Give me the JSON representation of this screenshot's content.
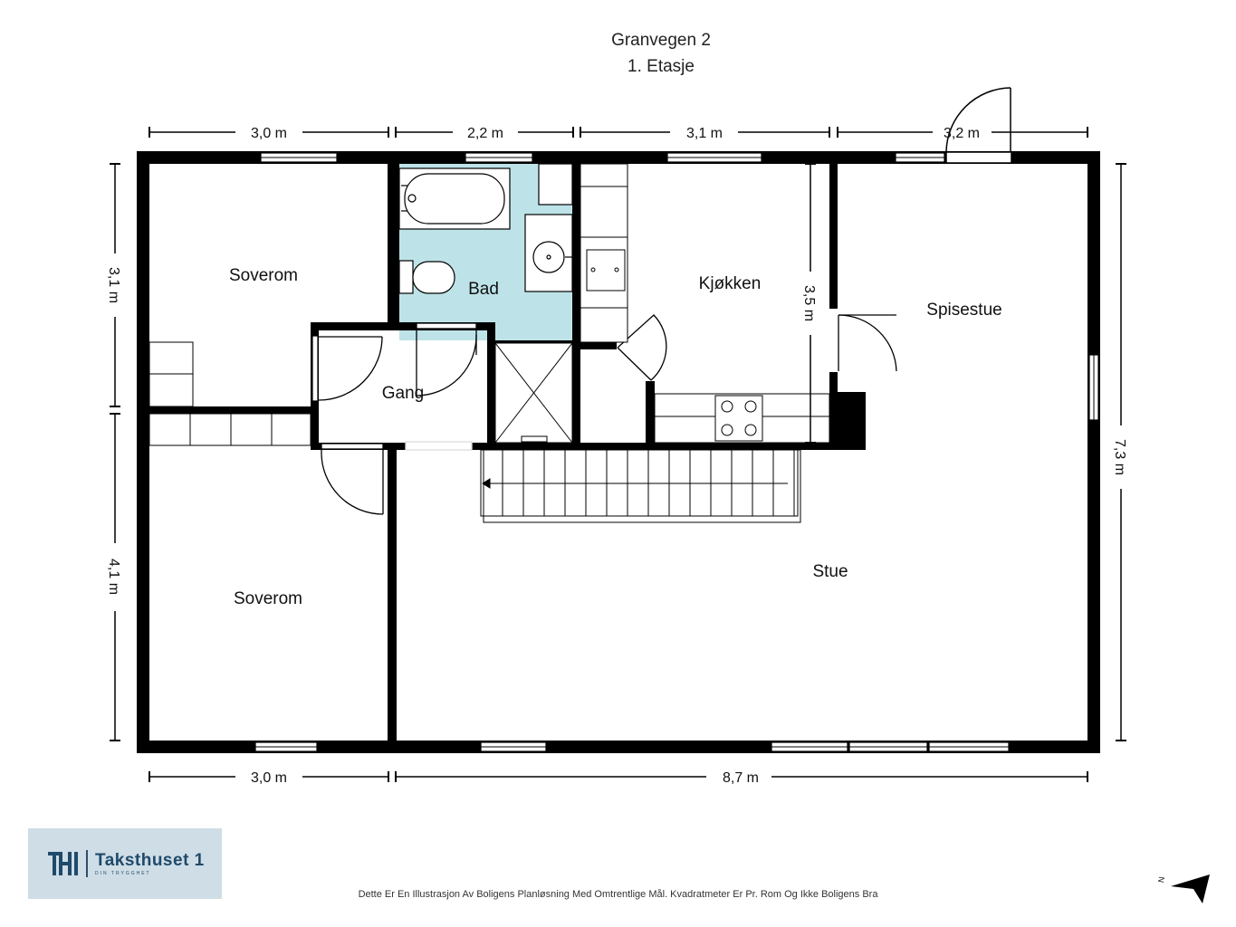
{
  "header": {
    "address": "Granvegen 2",
    "floor": "1. Etasje"
  },
  "rooms": {
    "soverom_top": "Soverom",
    "bad": "Bad",
    "kjokken": "Kjøkken",
    "spisestue": "Spisestue",
    "gang": "Gang",
    "stue": "Stue",
    "soverom_bottom": "Soverom"
  },
  "dimensions": {
    "top": [
      "3,0 m",
      "2,2 m",
      "3,1 m",
      "3,2 m"
    ],
    "bottom": [
      "3,0 m",
      "8,7 m"
    ],
    "left": [
      "3,1 m",
      "4,1 m"
    ],
    "right": "7,3 m",
    "kitchen_inner": "3,5 m"
  },
  "logo": {
    "name": "Taksthuset 1",
    "tagline": "DIN TRYGGHET"
  },
  "disclaimer": "Dette Er En Illustrasjon Av Boligens Planløsning Med Omtrentlige Mål. Kvadratmeter Er Pr. Rom Og Ikke Boligens Bra",
  "compass": {
    "label": "N"
  },
  "colors": {
    "wall": "#000000",
    "bathroom": "#bde3e8",
    "logo_bg": "#cfdde6",
    "logo_fg": "#1f4a6b"
  }
}
